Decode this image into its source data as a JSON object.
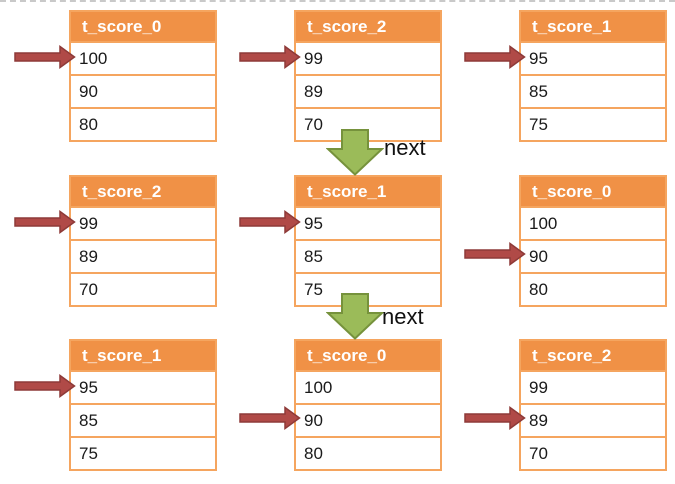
{
  "colors": {
    "header_orange": "#F09146",
    "border_orange": "#F5A55F",
    "pointer_red_fill": "#B04A47",
    "pointer_red_stroke": "#8E3A38",
    "next_green_fill": "#9BBB59",
    "next_green_stroke": "#76923C",
    "header_text": "#FFFFFF",
    "cell_text": "#1A1A1A"
  },
  "tables": [
    {
      "title": "t_score_0",
      "rows": [
        "100",
        "90",
        "80"
      ],
      "pointer_row": 0
    },
    {
      "title": "t_score_2",
      "rows": [
        "99",
        "89",
        "70"
      ],
      "pointer_row": 0
    },
    {
      "title": "t_score_1",
      "rows": [
        "95",
        "85",
        "75"
      ],
      "pointer_row": 0
    },
    {
      "title": "t_score_2",
      "rows": [
        "99",
        "89",
        "70"
      ],
      "pointer_row": 0
    },
    {
      "title": "t_score_1",
      "rows": [
        "95",
        "85",
        "75"
      ],
      "pointer_row": 0
    },
    {
      "title": "t_score_0",
      "rows": [
        "100",
        "90",
        "80"
      ],
      "pointer_row": 1
    },
    {
      "title": "t_score_1",
      "rows": [
        "95",
        "85",
        "75"
      ],
      "pointer_row": 0
    },
    {
      "title": "t_score_0",
      "rows": [
        "100",
        "90",
        "80"
      ],
      "pointer_row": 1
    },
    {
      "title": "t_score_2",
      "rows": [
        "99",
        "89",
        "70"
      ],
      "pointer_row": 1
    }
  ],
  "flow_arrows": [
    {
      "label": "next"
    },
    {
      "label": "next"
    }
  ]
}
